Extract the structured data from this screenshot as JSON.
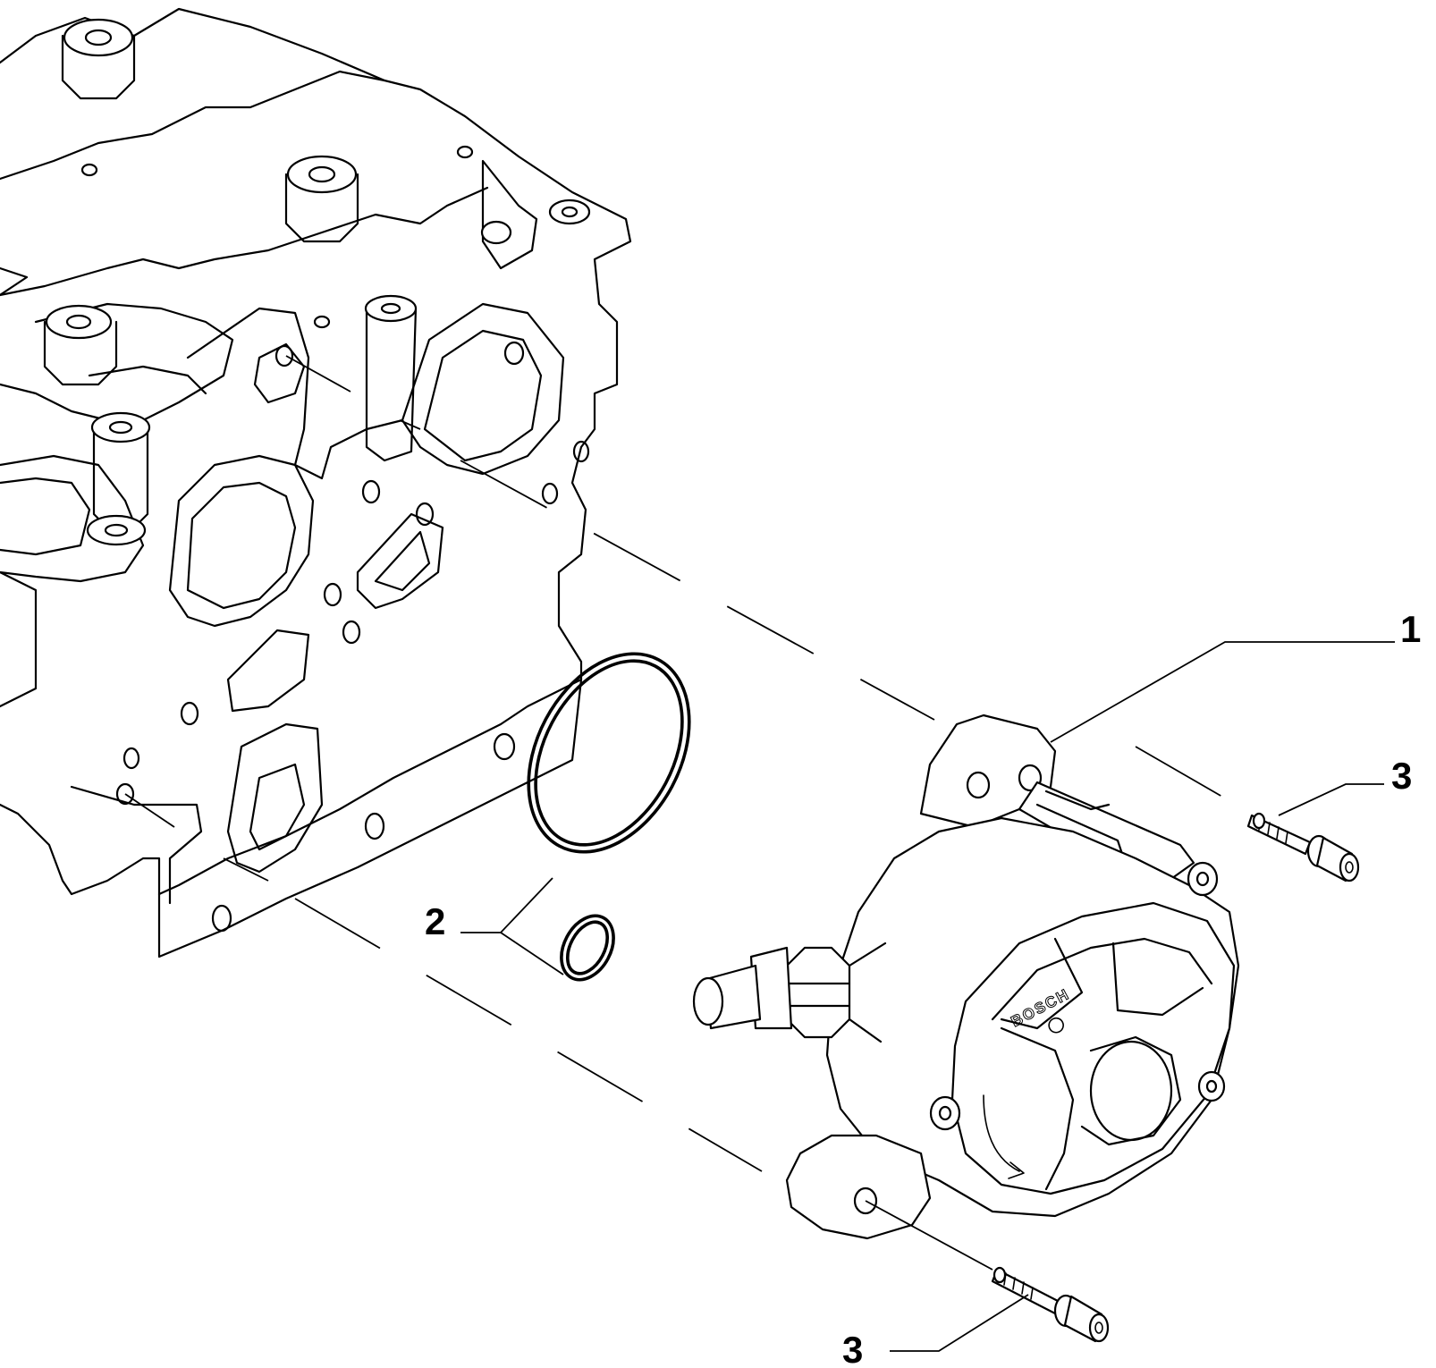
{
  "callouts": {
    "c1": "1",
    "c2": "2",
    "c3a": "3",
    "c3b": "3"
  },
  "pump_logo": "BOSCH"
}
